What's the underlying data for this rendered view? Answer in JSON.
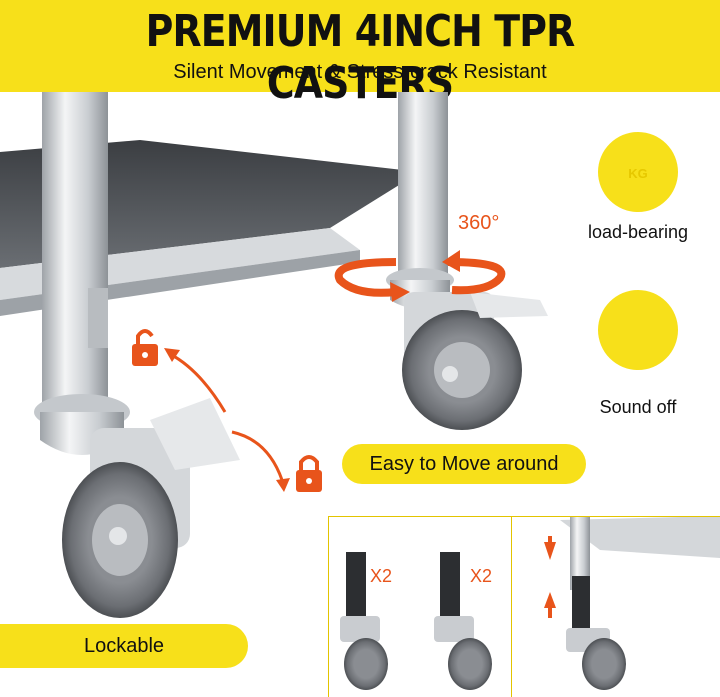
{
  "header": {
    "title": "PREMIUM 4INCH TPR CASTERS",
    "subtitle": "Silent Movement & Stress-crack Resistant"
  },
  "rotation": {
    "label": "360°"
  },
  "features": [
    {
      "icon": "weight-kg-icon",
      "icon_text": "KG",
      "label": "load-bearing"
    },
    {
      "icon": "mute-speaker-icon",
      "label": "Sound off"
    }
  ],
  "callouts": {
    "move": "Easy to Move around",
    "lock": "Lockable"
  },
  "install_panel": {
    "quantity_left": "X2",
    "quantity_right": "X2"
  },
  "colors": {
    "accent_yellow": "#f7e01a",
    "accent_orange": "#e8541b"
  }
}
